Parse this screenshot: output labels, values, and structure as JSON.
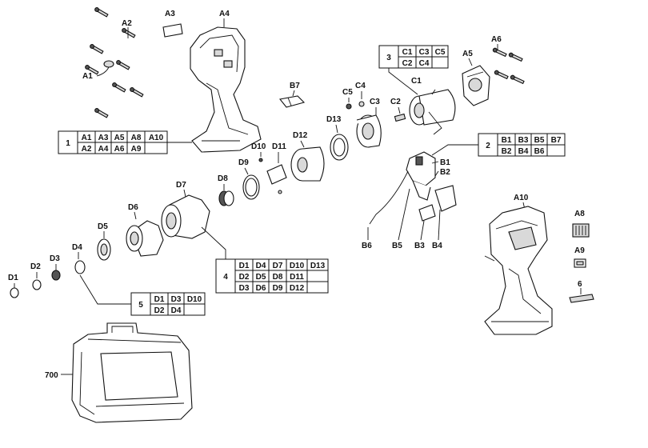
{
  "labels": {
    "A1": "A1",
    "A2": "A2",
    "A3": "A3",
    "A4": "A4",
    "A5": "A5",
    "A6": "A6",
    "A8": "A8",
    "A9": "A9",
    "A10": "A10",
    "B1": "B1",
    "B2": "B2",
    "B3": "B3",
    "B4": "B4",
    "B5": "B5",
    "B6": "B6",
    "B7": "B7",
    "C1": "C1",
    "C2": "C2",
    "C3": "C3",
    "C4": "C4",
    "C5": "C5",
    "D1": "D1",
    "D2": "D2",
    "D3": "D3",
    "D4": "D4",
    "D5": "D5",
    "D6": "D6",
    "D7": "D7",
    "D8": "D8",
    "D9": "D9",
    "D10": "D10",
    "D11": "D11",
    "D12": "D12",
    "D13": "D13",
    "p6": "6",
    "p700": "700"
  },
  "tables": {
    "t1": {
      "num": "1",
      "r1": [
        "A1",
        "A3",
        "A5",
        "A8",
        "A10"
      ],
      "r2": [
        "A2",
        "A4",
        "A6",
        "A9",
        ""
      ]
    },
    "t2": {
      "num": "2",
      "r1": [
        "B1",
        "B3",
        "B5",
        "B7"
      ],
      "r2": [
        "B2",
        "B4",
        "B6",
        ""
      ]
    },
    "t3": {
      "num": "3",
      "r1": [
        "C1",
        "C3",
        "C5"
      ],
      "r2": [
        "C2",
        "C4",
        ""
      ]
    },
    "t4": {
      "num": "4",
      "r1": [
        "D1",
        "D4",
        "D7",
        "D10",
        "D13"
      ],
      "r2": [
        "D2",
        "D5",
        "D8",
        "D11",
        ""
      ],
      "r3": [
        "D3",
        "D6",
        "D9",
        "D12",
        ""
      ]
    },
    "t5": {
      "num": "5",
      "r1": [
        "D1",
        "D3",
        "D10"
      ],
      "r2": [
        "D2",
        "D4",
        ""
      ]
    }
  }
}
